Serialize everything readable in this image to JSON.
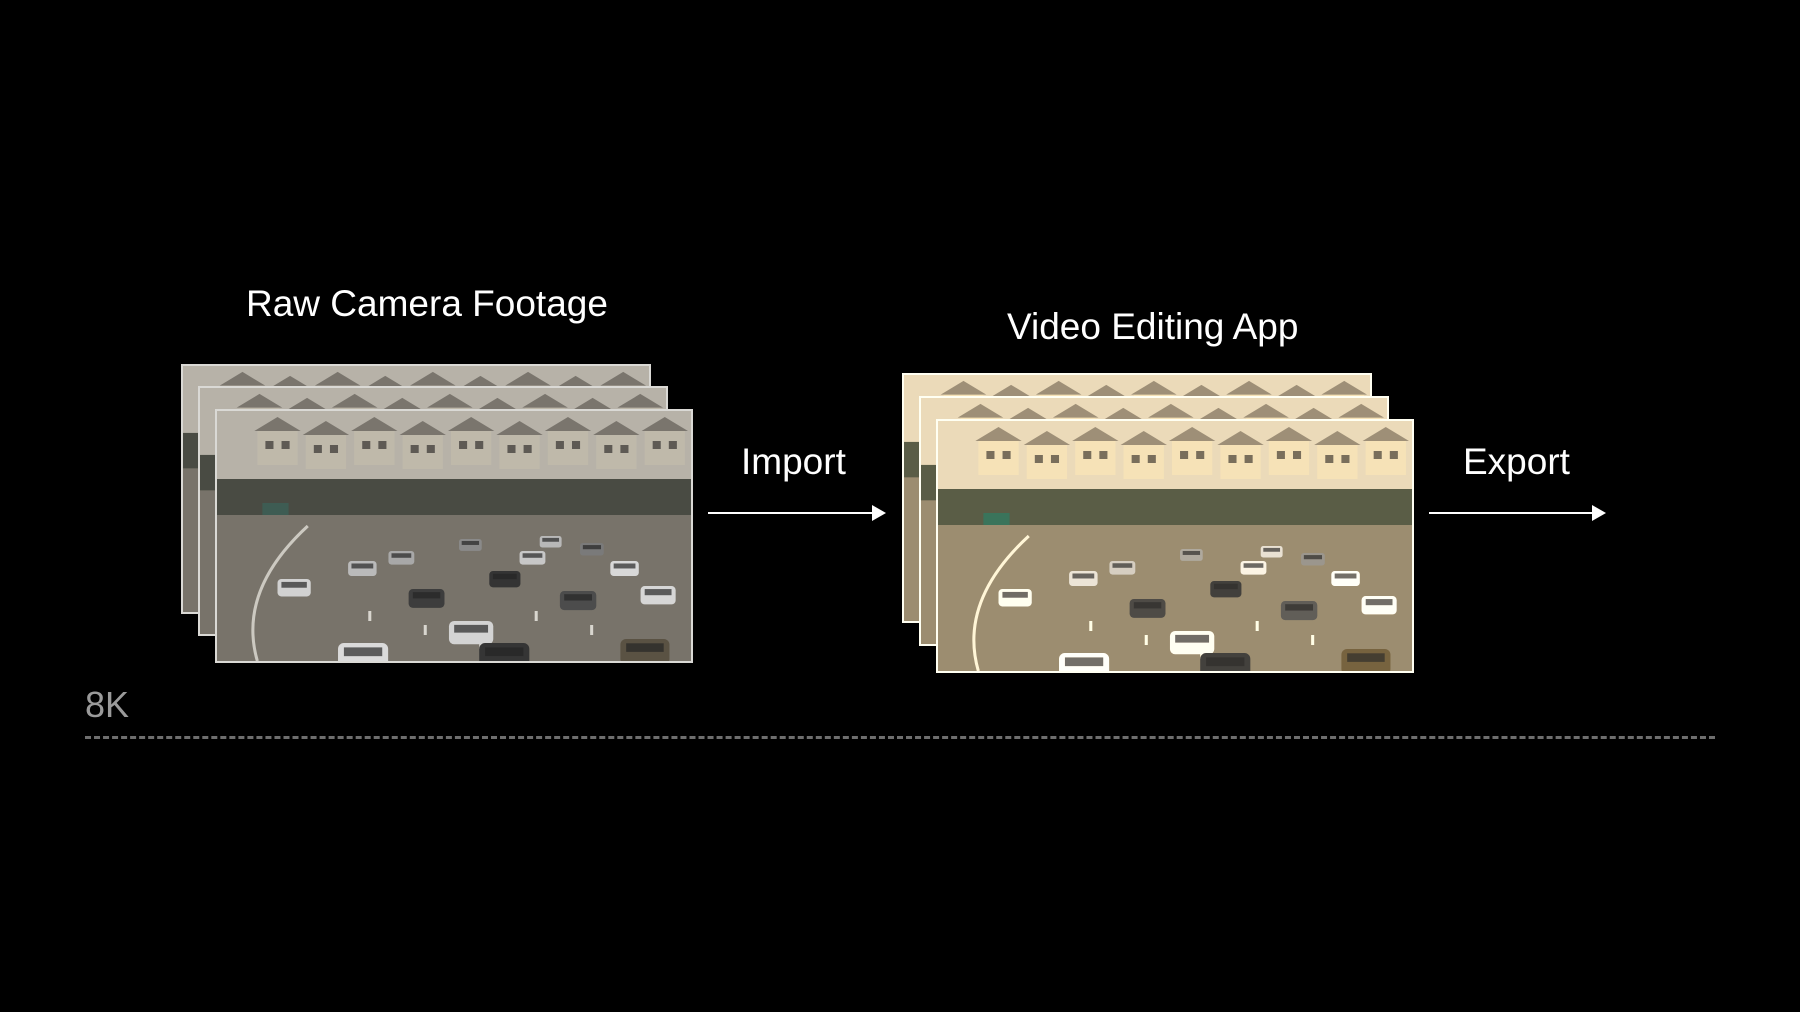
{
  "source": {
    "title": "Raw Camera Footage"
  },
  "editor": {
    "title": "Video Editing App"
  },
  "steps": {
    "import_label": "Import",
    "export_label": "Export"
  },
  "resolution": {
    "label": "8K"
  },
  "palette": {
    "raw_tint": "#a59c88",
    "edited_tint": "#e0c690"
  },
  "icons": {
    "arrow": "right-arrow-icon"
  }
}
